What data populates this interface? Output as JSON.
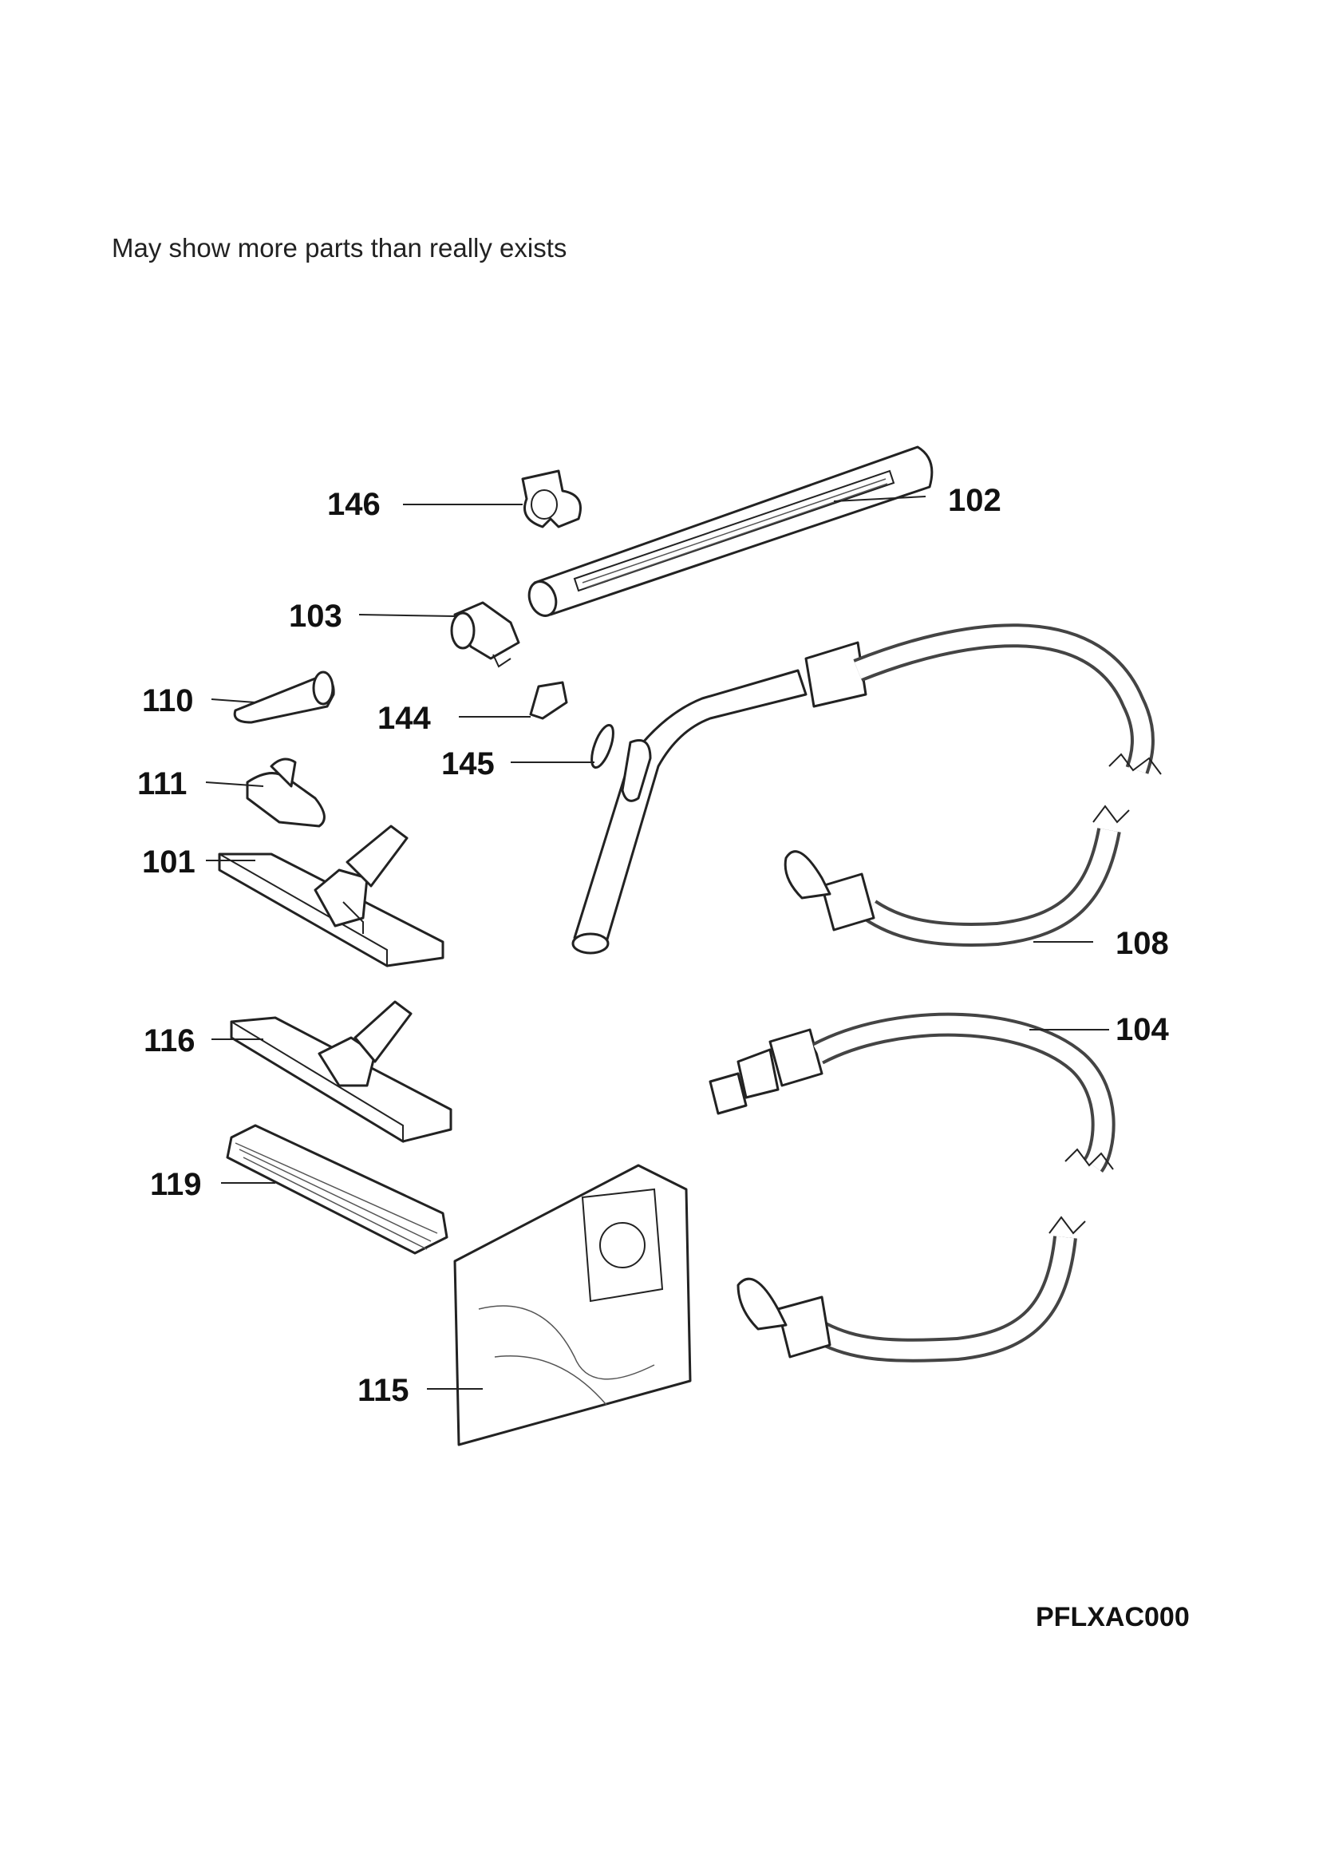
{
  "note": "May show more parts than really exists",
  "diagram_code": "PFLXAC000",
  "labels": [
    "146",
    "102",
    "103",
    "110",
    "144",
    "145",
    "111",
    "101",
    "108",
    "104",
    "116",
    "119",
    "115"
  ]
}
